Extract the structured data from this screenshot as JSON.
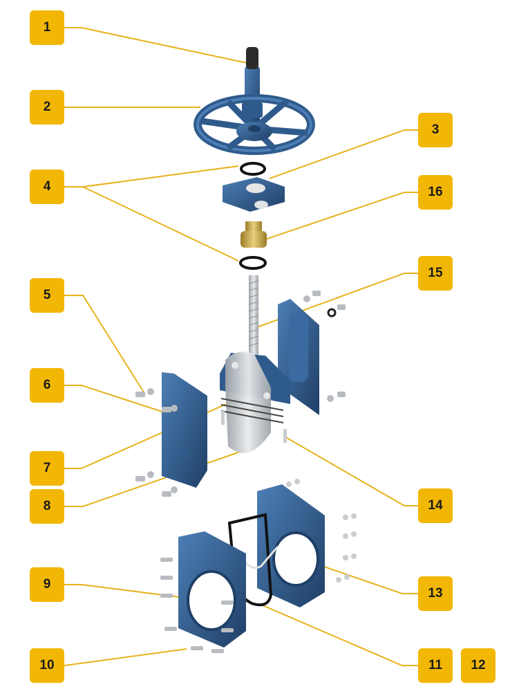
{
  "colors": {
    "badge": "#f2b705",
    "leader": "#e7b21b",
    "valve_blue": "#2f5b8c",
    "valve_blue_dark": "#1f3f66",
    "steel": "#c9ccd0",
    "brass": "#c9a54a"
  },
  "callouts": [
    {
      "id": "b1",
      "label": "1"
    },
    {
      "id": "b2",
      "label": "2"
    },
    {
      "id": "b3",
      "label": "3"
    },
    {
      "id": "b4",
      "label": "4"
    },
    {
      "id": "b5",
      "label": "5"
    },
    {
      "id": "b6",
      "label": "6"
    },
    {
      "id": "b7",
      "label": "7"
    },
    {
      "id": "b8",
      "label": "8"
    },
    {
      "id": "b9",
      "label": "9"
    },
    {
      "id": "b10",
      "label": "10"
    },
    {
      "id": "b11",
      "label": "11"
    },
    {
      "id": "b12",
      "label": "12"
    },
    {
      "id": "b13",
      "label": "13"
    },
    {
      "id": "b14",
      "label": "14"
    },
    {
      "id": "b15",
      "label": "15"
    },
    {
      "id": "b16",
      "label": "16"
    }
  ]
}
